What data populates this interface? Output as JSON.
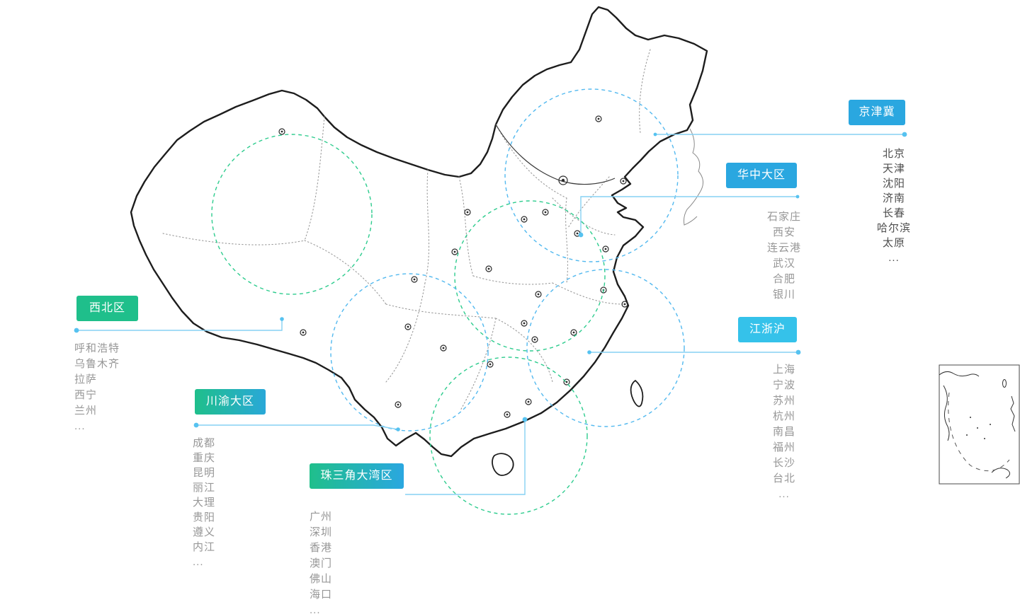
{
  "regions": [
    {
      "id": "jingjinji",
      "label": "京津冀",
      "cities": [
        "北京",
        "天津",
        "沈阳",
        "济南",
        "长春",
        "哈尔滨",
        "太原",
        "..."
      ],
      "color_start": "#2aa7e0",
      "color_end": "#2aa7e0",
      "circle_color": "#53b9ef"
    },
    {
      "id": "huazhong",
      "label": "华中大区",
      "cities": [
        "石家庄",
        "西安",
        "连云港",
        "武汉",
        "合肥",
        "银川"
      ],
      "color_start": "#2aa7e0",
      "color_end": "#2aa7e0",
      "circle_color": "#2ecc8e"
    },
    {
      "id": "xibei",
      "label": "西北区",
      "cities": [
        "呼和浩特",
        "乌鲁木齐",
        "拉萨",
        "西宁",
        "兰州",
        "..."
      ],
      "color_start": "#1fbf8b",
      "color_end": "#1fbf8b",
      "circle_color": "#2ecc8e"
    },
    {
      "id": "chuanyu",
      "label": "川渝大区",
      "cities": [
        "成都",
        "重庆",
        "昆明",
        "丽江",
        "大理",
        "贵阳",
        "遵义",
        "内江",
        "..."
      ],
      "color_start": "#1fbf8b",
      "color_end": "#29a8d8",
      "circle_color": "#53b9ef"
    },
    {
      "id": "zhusanjiao",
      "label": "珠三角大湾区",
      "cities": [
        "广州",
        "深圳",
        "香港",
        "澳门",
        "佛山",
        "海口",
        "..."
      ],
      "color_start": "#1fbf8b",
      "color_end": "#2aa7e0",
      "circle_color": "#2ecc8e"
    },
    {
      "id": "jiangzhehu",
      "label": "江浙沪",
      "cities": [
        "上海",
        "宁波",
        "苏州",
        "杭州",
        "南昌",
        "福州",
        "长沙",
        "台北",
        "..."
      ],
      "color_start": "#35c2ea",
      "color_end": "#35c2ea",
      "circle_color": "#53b9ef"
    }
  ],
  "colors": {
    "map_outline": "#1d1d1d",
    "province_border": "#9b9b9b",
    "connector": "#86d1f3",
    "connector_dot": "#56c2f0",
    "circle_blue": "#53b9ef",
    "circle_green": "#2ecc8e",
    "badge_text": "#ffffff",
    "list_text": "#979797",
    "list_text_dark": "#4d4d4d"
  }
}
